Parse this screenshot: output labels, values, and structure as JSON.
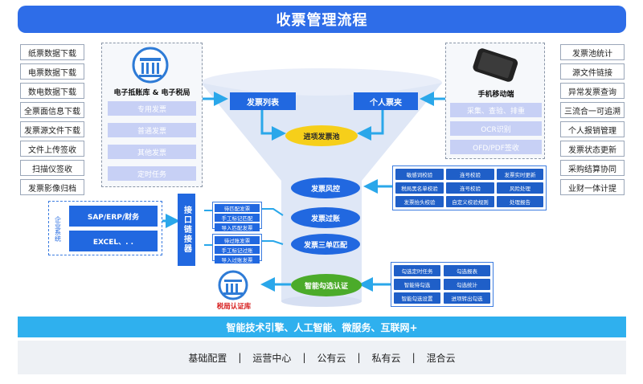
{
  "title": "收票管理流程",
  "left_list": [
    "纸票数据下载",
    "电票数据下载",
    "数电数据下载",
    "全票面信息下载",
    "发票源文件下载",
    "文件上传签收",
    "扫描仪签收",
    "发票影像归档"
  ],
  "right_list": [
    "发票池统计",
    "源文件链接",
    "异常发票查询",
    "三流合一可追溯",
    "个人报销管理",
    "发票状态更新",
    "采购结算协同",
    "业财一体计提"
  ],
  "tax_bureau": {
    "label": "电子抵账库 & 电子税局",
    "items": [
      "专用发票",
      "普通发票",
      "其他发票",
      "定时任务"
    ]
  },
  "mobile": {
    "label": "手机移动端",
    "items": [
      "采集、查验、排重",
      "OCR识别",
      "OFD/PDF签收"
    ]
  },
  "invoice_list": "发票列表",
  "personal_folder": "个人票夹",
  "input_pool": "进项发票池",
  "risk_control": "发票风控",
  "invoice_filter": "发票过账",
  "three_match": "发票三单匹配",
  "smart_cert": "智能勾选认证",
  "risk_tags": [
    "敏感词校验",
    "连号校验",
    "发票实时更新",
    "税局黑名单校验",
    "连号校验",
    "风险处理",
    "发票抬头校验",
    "自定义校验规则",
    "处理报告"
  ],
  "cert_tags": [
    "勾选定时任务",
    "勾选报表",
    "智能待勾选",
    "勾选统计",
    "智能勾选设置",
    "进项转出勾选"
  ],
  "filter_list": [
    "待匹配发票",
    "手工标记匹配",
    "导入匹配发票"
  ],
  "match_list": [
    "待过账发票",
    "手工标记过账",
    "导入过账发票"
  ],
  "enterprise": {
    "label": "企业系统",
    "items": [
      "SAP/ERP/财务",
      "EXCEL、. ."
    ]
  },
  "connector": "接口链接器",
  "tax_cert_db": "税局认证库",
  "bottom_bar": "智能技术引擎、人工智能、微服务、互联网+",
  "footer_items": [
    "基础配置",
    "运营中心",
    "公有云",
    "私有云",
    "混合云"
  ],
  "footer_sep": "|",
  "colors": {
    "primary": "#2e6de8",
    "accent_yellow": "#f6cf1a",
    "cyan_bar": "#2fb0ee",
    "funnel": "#dfe7f6",
    "gray_item": "#c7d0f5"
  }
}
